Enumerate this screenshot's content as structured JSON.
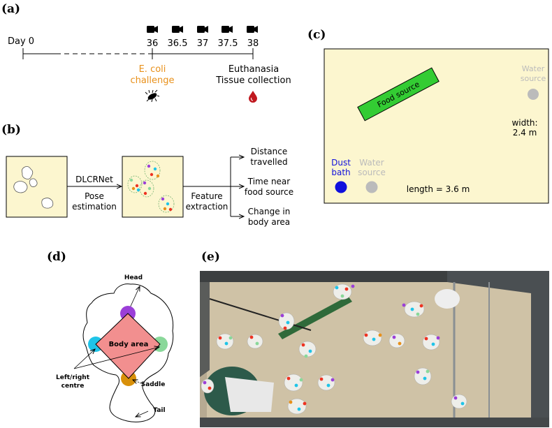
{
  "panels": {
    "a": "(a)",
    "b": "(b)",
    "c": "(c)",
    "d": "(d)",
    "e": "(e)"
  },
  "timeline": {
    "start_label": "Day 0",
    "days": [
      "36",
      "36.5",
      "37",
      "37.5",
      "38"
    ],
    "challenge_line1": "E. coli",
    "challenge_line2": "challenge",
    "end_line1": "Euthanasia",
    "end_line2": "Tissue collection",
    "colors": {
      "challenge": "#e8901a",
      "blood": "#c0181f"
    }
  },
  "pipeline": {
    "method_top": "DLCRNet",
    "method_bottom_1": "Pose",
    "method_bottom_2": "estimation",
    "feature_1": "Feature",
    "feature_2": "extraction",
    "outputs": [
      {
        "line1": "Distance",
        "line2": "travelled"
      },
      {
        "line1": "Time near",
        "line2": "food source"
      },
      {
        "line1": "Change in",
        "line2": "body area"
      }
    ]
  },
  "pen": {
    "food_source": "Food source",
    "water_top_1": "Water",
    "water_top_2": "source",
    "width_1": "width:",
    "width_2": "2.4 m",
    "dust_1": "Dust",
    "dust_2": "bath",
    "water_bottom_1": "Water",
    "water_bottom_2": "source",
    "length": "length = 3.6 m",
    "colors": {
      "floor": "#fcf6cf",
      "food": "#33cc33",
      "dust": "#1010dd",
      "water": "#bbbbbb",
      "water_text": "#bbbbbb",
      "dust_text": "#1010dd"
    }
  },
  "body": {
    "head": "Head",
    "body_area": "Body area",
    "left_right_1": "Left/right",
    "left_right_2": "centre",
    "saddle": "Saddle",
    "tail": "Tail",
    "colors": {
      "head": "#9b3fd8",
      "left": "#1fc4e8",
      "right": "#8ad89a",
      "saddle": "#d8900a",
      "body": "#f28f8f"
    }
  }
}
